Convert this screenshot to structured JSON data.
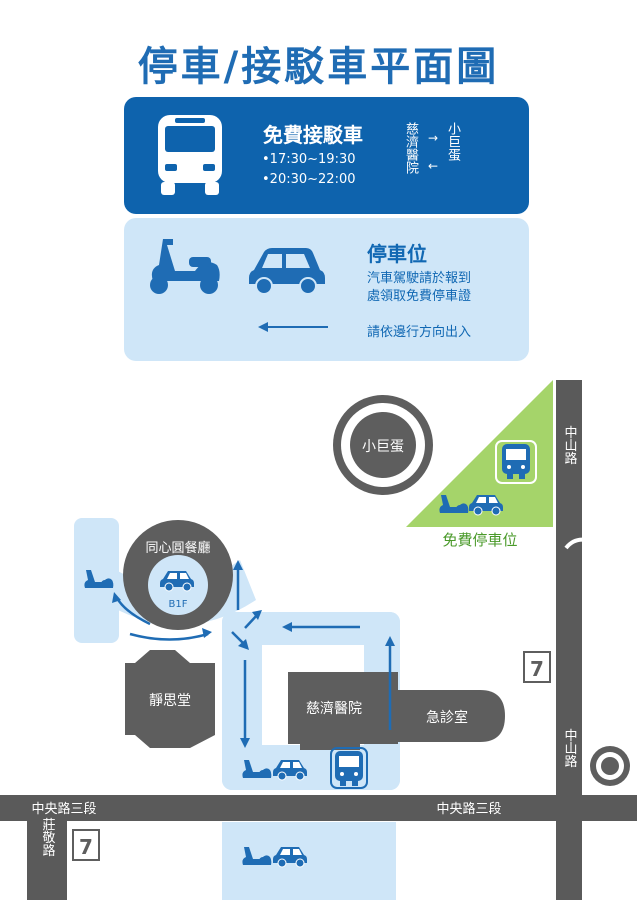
{
  "title": "停車/接駁車平面圖",
  "shuttle": {
    "title": "免費接駁車",
    "times": [
      "•17:30~19:30",
      "•20:30~22:00"
    ],
    "route_from": "慈濟醫院",
    "route_to": "小巨蛋",
    "route_arrows": "→ ←"
  },
  "parking": {
    "title": "停車位",
    "note_line1": "汽車駕駛請於報到",
    "note_line2": "處領取免費停車證",
    "direction_note": "請依邊行方向出入"
  },
  "map": {
    "arena": "小巨蛋",
    "free_parking": "免費停車位",
    "road_zhongshan_top": "中山路",
    "road_zhongshan_bottom": "中山路",
    "road_zhongyang_left": "中央路三段",
    "road_zhongyang_right": "中央路三段",
    "road_zhuangjing": "莊敬路",
    "banquet_hall": "同心圓餐廳",
    "floor": "B1F",
    "jingsi_hall": "靜思堂",
    "hospital": "慈濟醫院",
    "emergency": "急診室"
  },
  "colors": {
    "title_blue": "#1f6cb4",
    "dark_blue": "#0e63ad",
    "light_blue": "#cfe6f8",
    "icon_blue": "#1f6cb4",
    "green": "#a5d46a",
    "green_text": "#4a9a2a",
    "road_gray": "#5a5a5a",
    "building_gray": "#5e5e5e"
  },
  "icons": [
    "bus-icon",
    "scooter-icon",
    "car-icon",
    "arrow-left-icon",
    "seven-eleven-icon",
    "starbucks-icon"
  ]
}
